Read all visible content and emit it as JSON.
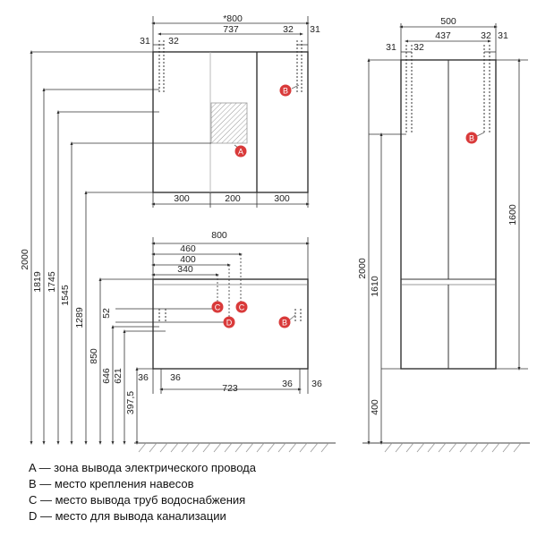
{
  "top_cabinet": {
    "overall_width": "*800",
    "inner_width": "737",
    "offset_left": "31",
    "offset_left2": "32",
    "offset_right2": "32",
    "offset_right": "31",
    "seg_left": "300",
    "seg_mid": "200",
    "seg_right": "300"
  },
  "vanity": {
    "width": "800",
    "d460": "460",
    "d400": "400",
    "d340": "340",
    "inner": "723",
    "side_l": "36",
    "side_l2": "36",
    "side_r": "36",
    "side_r2": "36"
  },
  "verticals": {
    "h2000": "2000",
    "h1819": "1819",
    "h1745": "1745",
    "h1545": "1545",
    "h1289": "1289",
    "h850": "850",
    "h646": "646",
    "h621": "621",
    "h397": "397,5",
    "h52": "52"
  },
  "tall_cabinet": {
    "width": "500",
    "inner": "437",
    "l31": "31",
    "l32": "32",
    "r32": "32",
    "r31": "31",
    "h2000": "2000",
    "h1610": "1610",
    "h400": "400",
    "h1600": "1600"
  },
  "markers": {
    "a": "A",
    "b": "B",
    "c": "C",
    "d": "D"
  },
  "legend": [
    "A — зона вывода электрического провода",
    "B — место крепления навесов",
    "C — место вывода труб водоснабжения",
    "D — место для вывода канализации"
  ]
}
